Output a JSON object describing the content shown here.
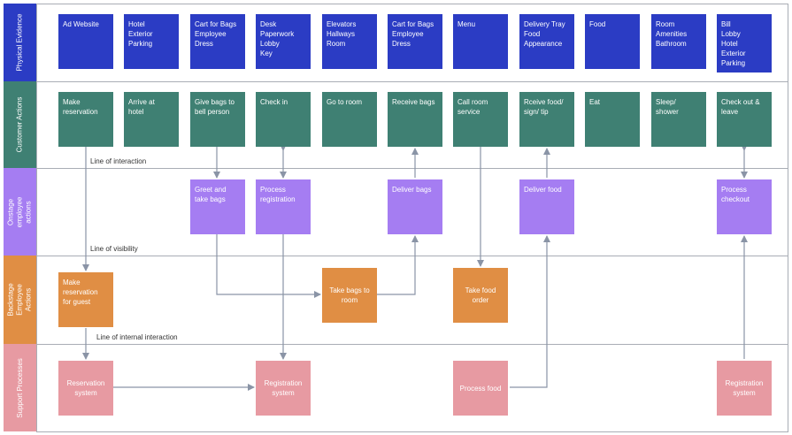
{
  "colors": {
    "physical_evidence": "#2b3cc4",
    "customer_actions": "#3f8073",
    "onstage": "#a57df2",
    "backstage": "#e08e44",
    "support": "#e79aa2",
    "connector": "#8a94a6"
  },
  "lanes": [
    {
      "label": "Physical Evidence"
    },
    {
      "label": "Customer Actions"
    },
    {
      "label": "Onstage employee\nactions"
    },
    {
      "label": "Backstage Employee\nActions"
    },
    {
      "label": "Support Processes"
    }
  ],
  "lines": {
    "interaction": "Line of interaction",
    "visibility": "Line of visibility",
    "internal": "Line of internal interaction"
  },
  "physical_evidence": [
    "Ad Website",
    "Hotel\nExterior\nParking",
    "Cart for Bags\nEmployee\nDress",
    "Desk\nPaperwork\nLobby\nKey",
    "Elevators\nHallways\nRoom",
    "Cart for Bags\nEmployee\nDress",
    "Menu",
    "Delivery Tray\nFood\nAppearance",
    "Food",
    "Room\nAmenities\nBathroom",
    "Bill\nLobby\nHotel\nExterior\nParking"
  ],
  "customer_actions": [
    "Make\nreservation",
    "Arrive at\nhotel",
    "Give bags to\nbell person",
    "Check in",
    "Go to room",
    "Receive bags",
    "Call room\nservice",
    "Rceive food/\nsign/ tip",
    "Eat",
    "Sleep/\nshower",
    "Check out &\nleave"
  ],
  "onstage": {
    "greet": "Greet and\ntake bags",
    "process_reg": "Process\nregistration",
    "deliver_bags": "Deliver bags",
    "deliver_food": "Deliver food",
    "process_checkout": "Process\ncheckout"
  },
  "backstage": {
    "make_res": "Make\nreservation\nfor guest",
    "take_bags": "Take bags to\nroom",
    "take_food": "Take food\norder"
  },
  "support": {
    "reservation": "Reservation\nsystem",
    "registration": "Registration\nsystem",
    "process_food": "Process food",
    "registration2": "Registration\nsystem"
  }
}
